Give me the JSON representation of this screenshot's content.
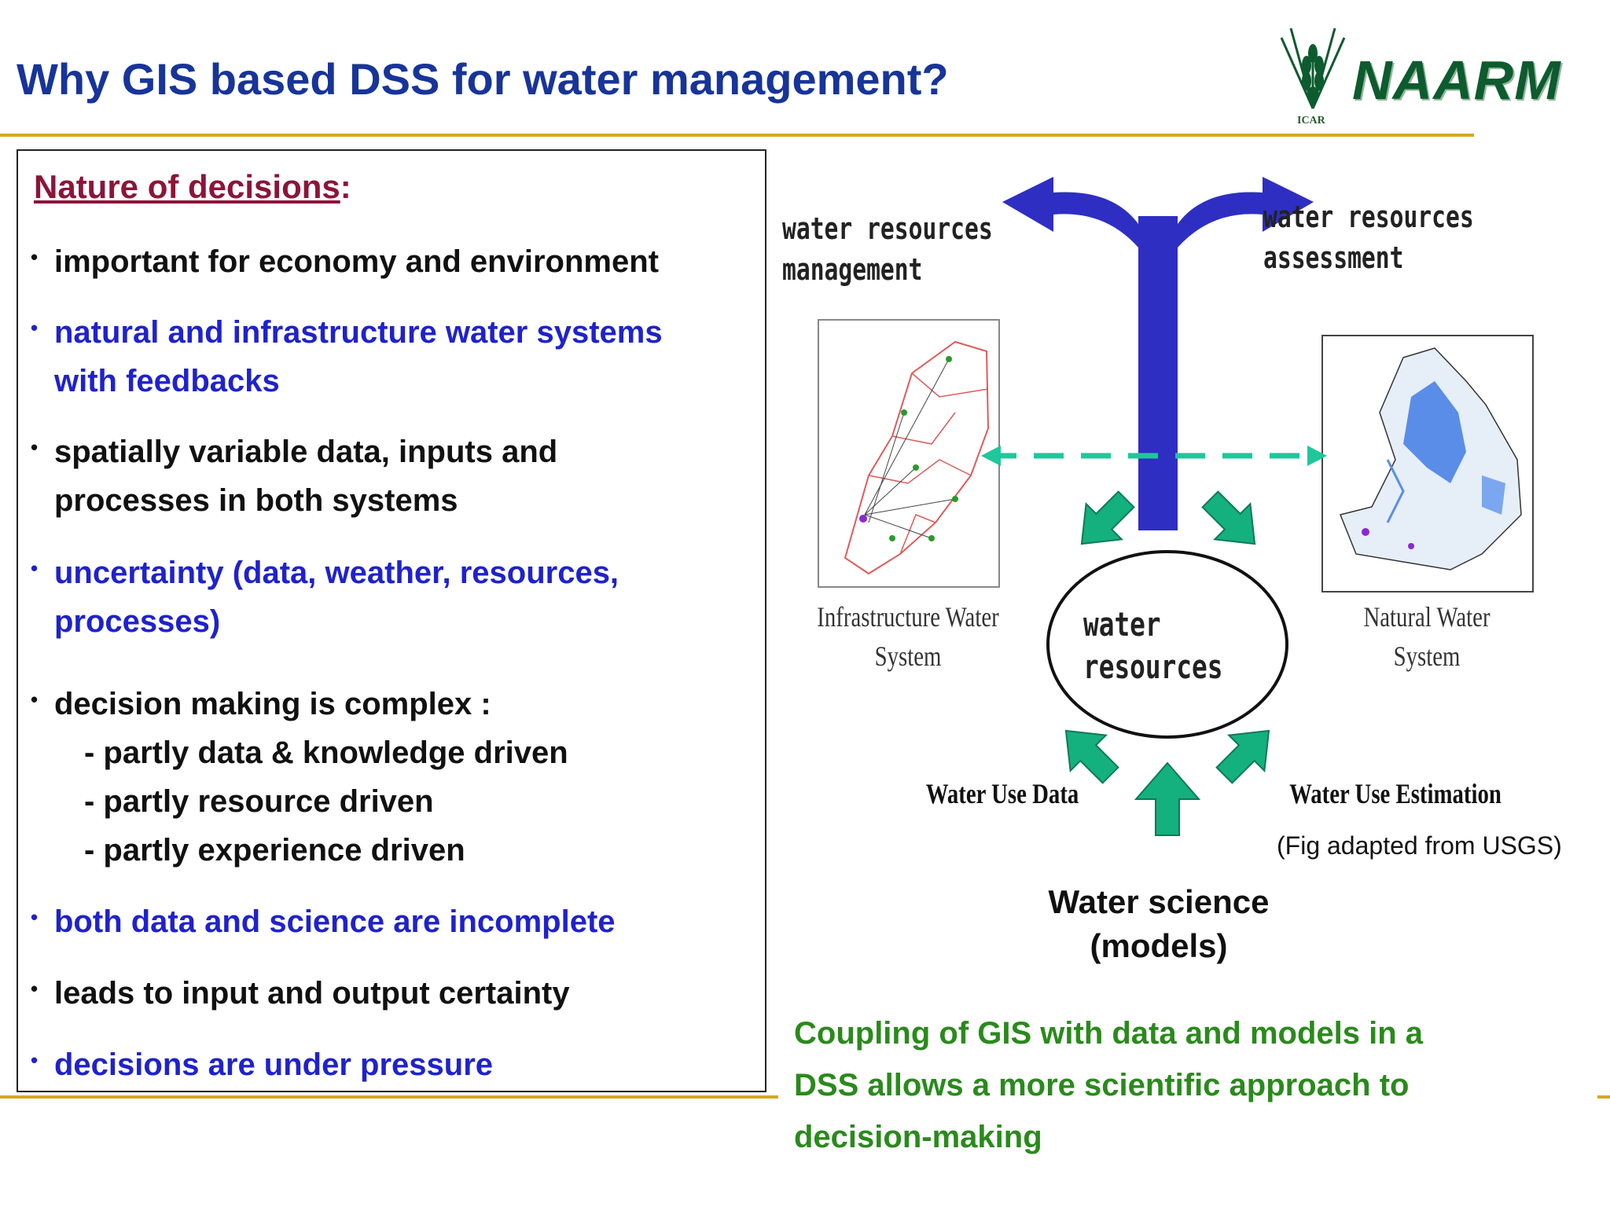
{
  "slide": {
    "title": "Why GIS based DSS for water management?",
    "logo": {
      "name": "NAARM",
      "sub": "ICAR"
    }
  },
  "left_panel": {
    "heading": "Nature of decisions",
    "heading_suffix": ":",
    "bullets": [
      {
        "lines": [
          "important for economy and environment"
        ]
      },
      {
        "lines": [
          "natural and infrastructure water systems",
          "with feedbacks"
        ]
      },
      {
        "lines": [
          "spatially variable data, inputs and",
          "processes in both systems"
        ]
      },
      {
        "lines": [
          "uncertainty (data, weather, resources,",
          "processes)"
        ]
      },
      {
        "lines": [
          "decision making is complex :"
        ],
        "subs": [
          "- partly data & knowledge driven",
          "- partly resource driven",
          "- partly experience driven"
        ]
      },
      {
        "lines": [
          "both data and science  are incomplete"
        ]
      },
      {
        "lines": [
          "leads to input and output certainty"
        ]
      },
      {
        "lines": [
          "decisions are under pressure"
        ]
      }
    ]
  },
  "diagram": {
    "top_left_label": [
      "water resources",
      "management"
    ],
    "top_right_label": [
      "water resources",
      "assessment"
    ],
    "left_system": [
      "Infrastructure Water",
      "System"
    ],
    "right_system": [
      "Natural Water",
      "System"
    ],
    "center": [
      "water",
      "resources"
    ],
    "bottom_left": "Water Use Data",
    "bottom_right": "Water Use Estimation",
    "credit": "(Fig adapted from USGS)",
    "science": [
      "Water science",
      "(models)"
    ],
    "colors": {
      "blue_arrow": "#2e2ec2",
      "green_arrow": "#14b07e",
      "dashed": "#1fc79a"
    }
  },
  "conclusion": [
    "Coupling of  GIS with data and models in a",
    "DSS allows a more scientific approach to",
    "decision-making"
  ]
}
